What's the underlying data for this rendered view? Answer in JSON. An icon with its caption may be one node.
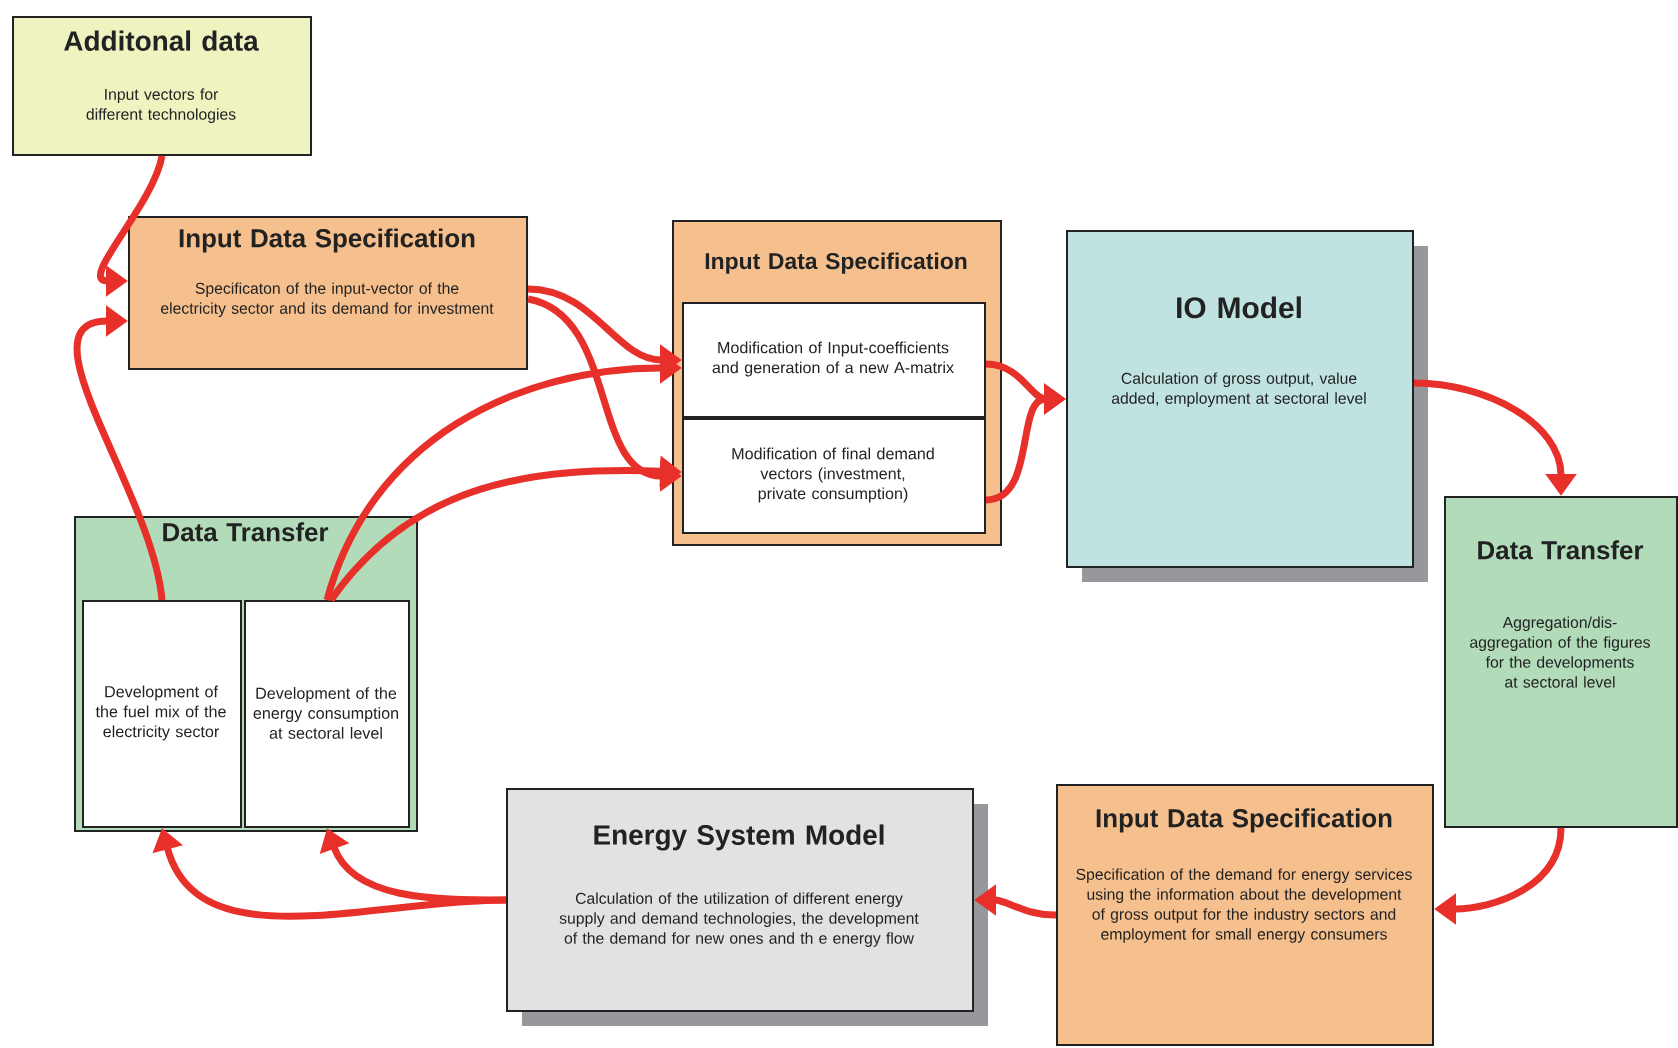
{
  "diagram": {
    "nodes": [
      {
        "text": [
          "Additonal data",
          "Input vectors for different technologies"
        ]
      },
      {
        "text": [
          "Input Data Specification",
          "Specificaton of the input-vector of the electricity sector and its demand for investment"
        ]
      },
      {
        "text": [
          "Input Data Specification"
        ]
      },
      {
        "text": [
          "Modification of Input-coefficients and generation of a new A-matrix"
        ],
        "in": 2
      },
      {
        "text": [
          "Modification of final demand vectors (investment, private consumption)"
        ],
        "in": 2
      },
      {
        "text": [
          "IO Model",
          "Calculation of gross output, value added, employment at sectoral level"
        ]
      },
      {
        "text": [
          "Data Transfer",
          "Aggregation/dis-aggregation of the figures for the developments at sectoral level"
        ]
      },
      {
        "text": [
          "Input Data Specification",
          "Specification of the demand for energy services using the information about the development of gross output for the industry sectors and employment for small energy consumers"
        ]
      },
      {
        "text": [
          "Energy System Model",
          "Calculation of the utilization of different energy supply and demand technologies, the development of the demand for new ones and th e energy flow"
        ]
      },
      {
        "text": [
          "Data Transfer"
        ]
      },
      {
        "text": [
          "Development of the fuel mix of the electricity sector"
        ],
        "in": 9
      },
      {
        "text": [
          "Development of the energy consumption at sectoral level"
        ],
        "in": 9
      }
    ],
    "edges": [
      {
        "from": 0,
        "to": 1,
        "arrow": "to"
      },
      {
        "from": 10,
        "to": 1,
        "arrow": "to"
      },
      {
        "from": 1,
        "to": 3,
        "arrow": "to"
      },
      {
        "from": 1,
        "to": 4,
        "arrow": "to"
      },
      {
        "from": 11,
        "to": 3,
        "arrow": "to"
      },
      {
        "from": 11,
        "to": 4,
        "arrow": "to"
      },
      {
        "from": 3,
        "to": 5,
        "arrow": "to"
      },
      {
        "from": 4,
        "to": 5,
        "arrow": "to"
      },
      {
        "from": 5,
        "to": 6,
        "arrow": "to"
      },
      {
        "from": 6,
        "to": 7,
        "arrow": "to"
      },
      {
        "from": 7,
        "to": 8,
        "arrow": "to"
      },
      {
        "from": 8,
        "to": 10,
        "arrow": "to"
      },
      {
        "from": 8,
        "to": 11,
        "arrow": "to"
      }
    ]
  }
}
